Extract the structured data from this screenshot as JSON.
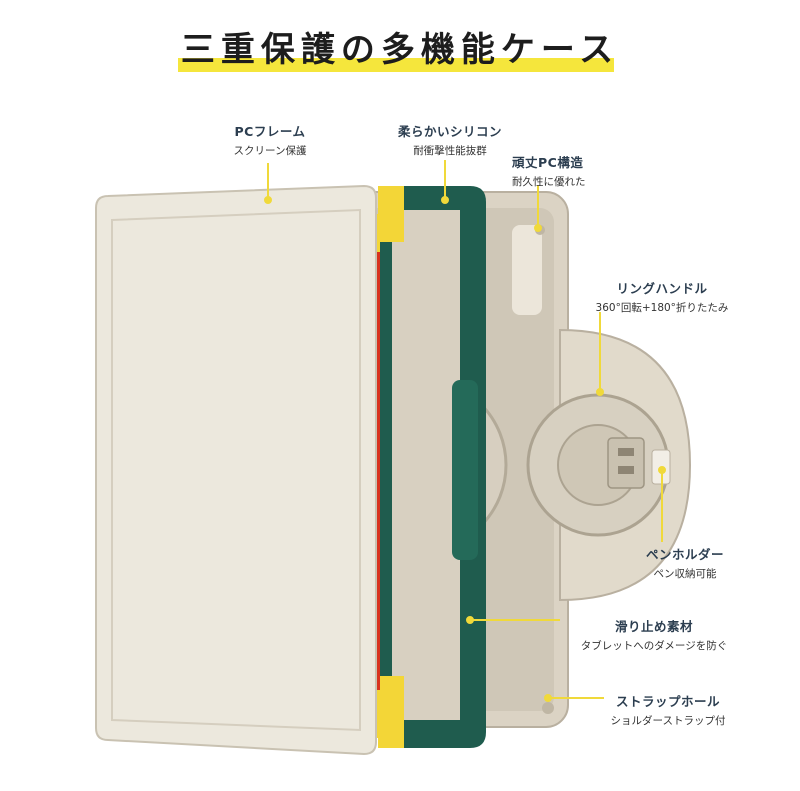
{
  "title": "三重保護の多機能ケース",
  "features": [
    {
      "title": "PCフレーム",
      "sub": "スクリーン保護"
    },
    {
      "title": "柔らかいシリコン",
      "sub": "耐衝撃性能抜群"
    },
    {
      "title": "頑丈PC構造",
      "sub": "耐久性に優れた"
    },
    {
      "title": "リングハンドル",
      "sub": "360°回転+180°折りたたみ"
    },
    {
      "title": "ペンホルダー",
      "sub": "ペン収納可能"
    },
    {
      "title": "滑り止め素材",
      "sub": "タブレットへのダメージを防ぐ"
    },
    {
      "title": "ストラップホール",
      "sub": "ショルダーストラップ付"
    }
  ],
  "colors": {
    "frame": "#ece8dd",
    "red": "#d8321e",
    "orange": "#f08a1c",
    "yellow": "#f3d637",
    "green": "#1f5c4e",
    "shell": "#d9d2c3",
    "pointer": "#f0d93a"
  }
}
